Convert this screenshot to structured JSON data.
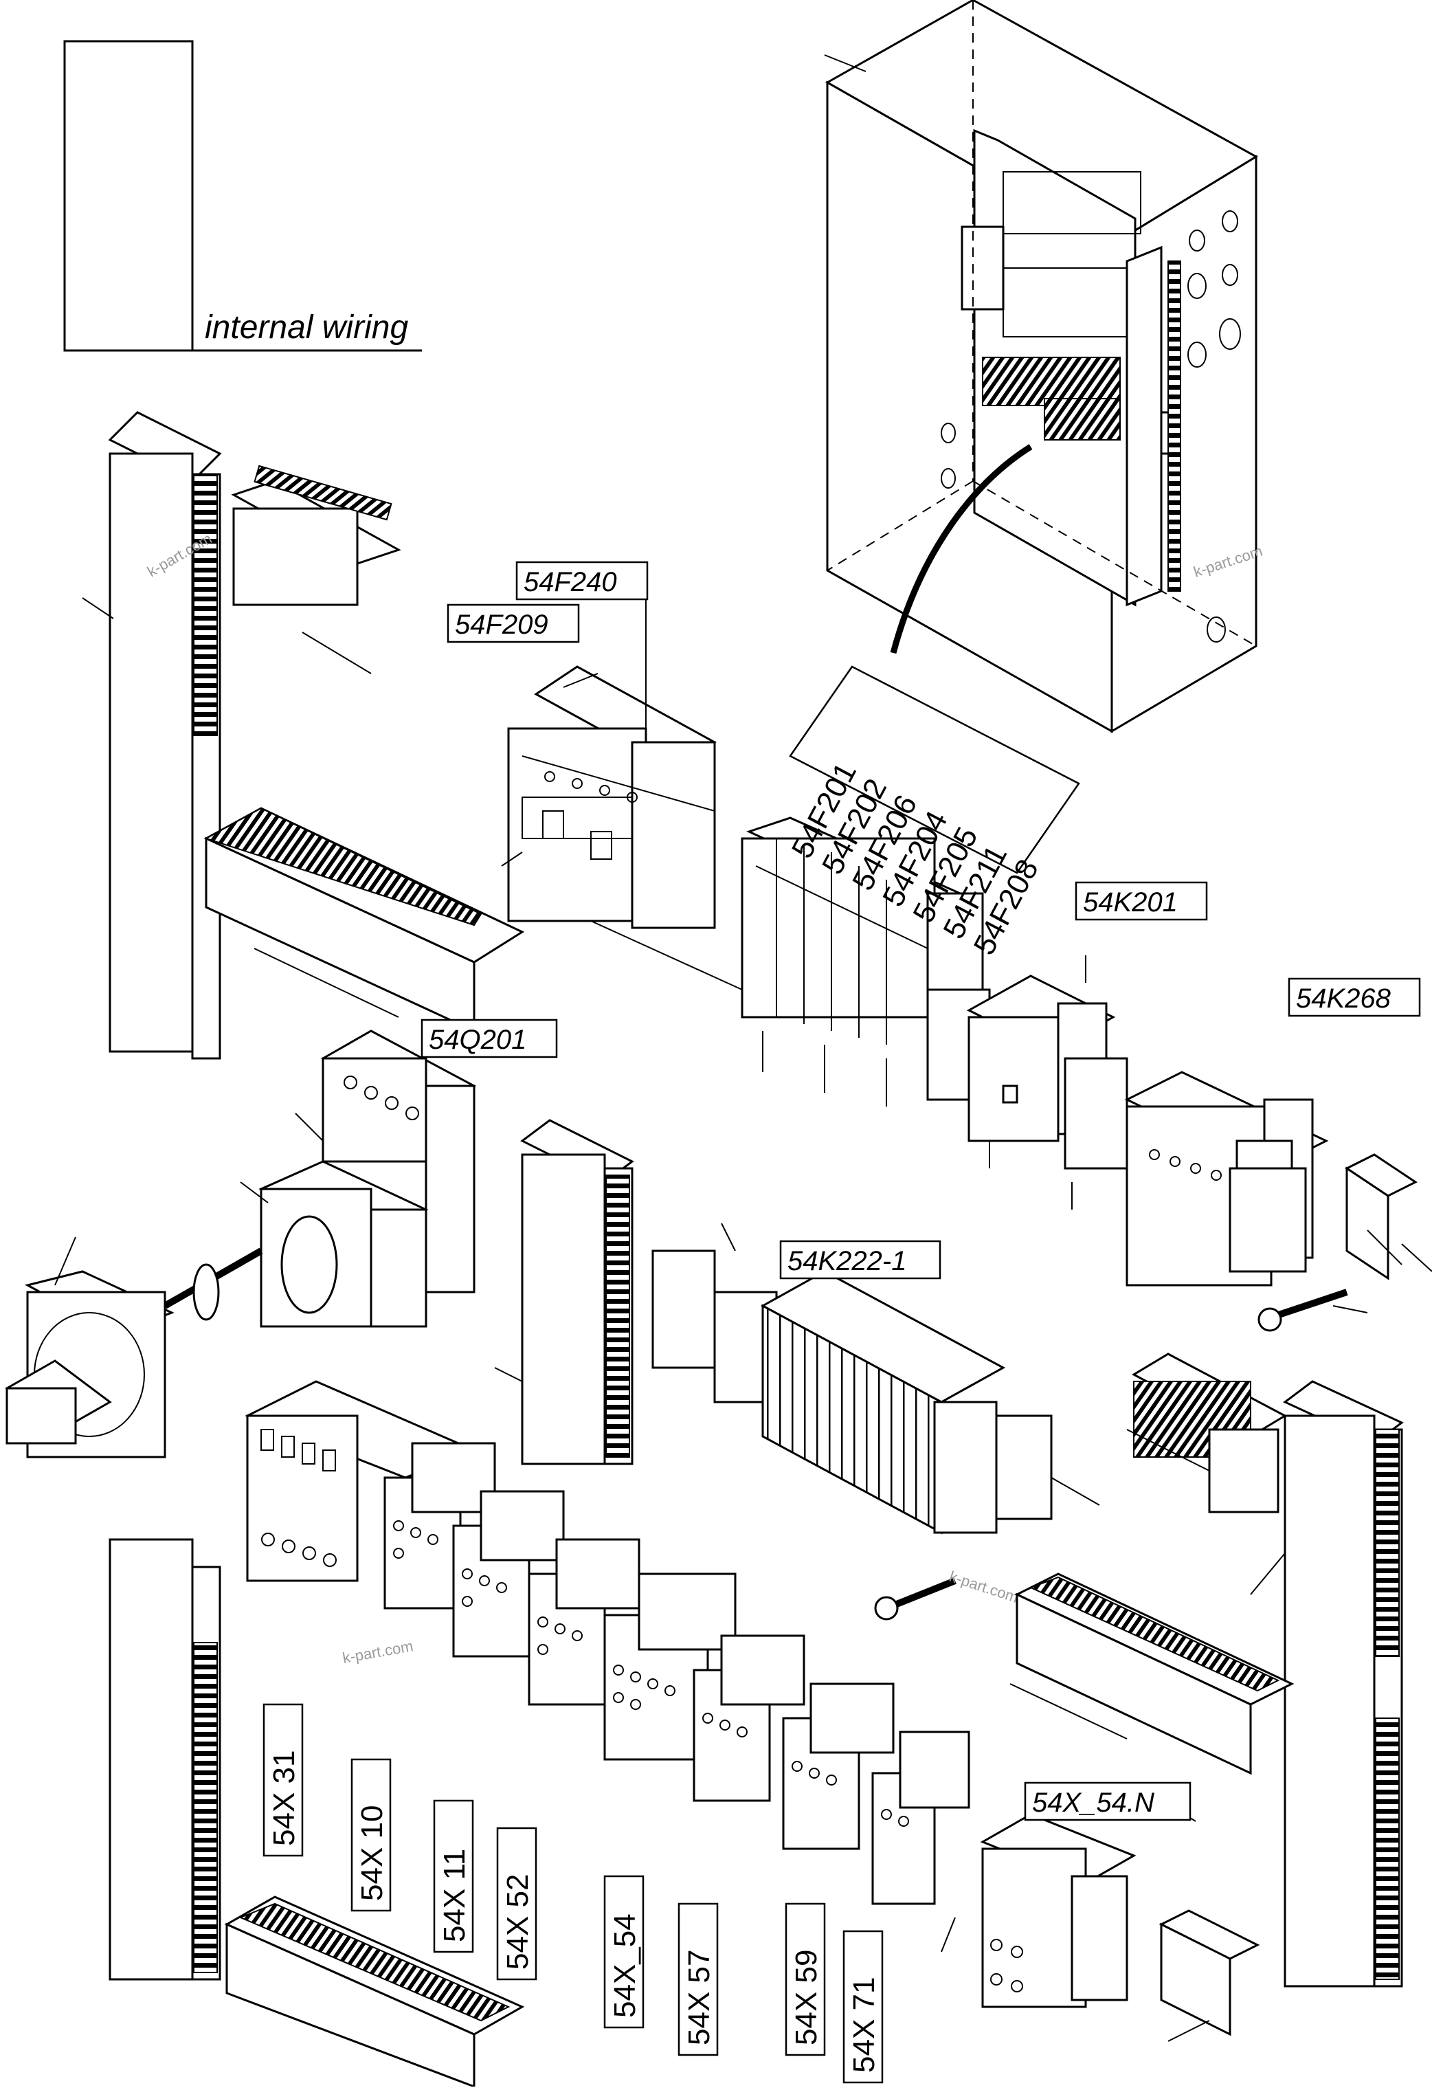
{
  "legend": {
    "text": "internal wiring"
  },
  "labels": {
    "f240": "54F240",
    "f209": "54F209",
    "k201": "54K201",
    "k268": "54K268",
    "q201": "54Q201",
    "k222": "54K222-1",
    "x54n": "54X_54.N",
    "fuse_group": [
      "54F201",
      "54F202",
      "54F206",
      "54F204",
      "54F205",
      "54F211",
      "54F208"
    ],
    "terminals": [
      "54X 31",
      "54X 10",
      "54X 11",
      "54X 52",
      "54X_54",
      "54X 57",
      "54X 59",
      "54X 71"
    ]
  },
  "watermark": "k-part.com",
  "icons": [
    "enclosure-cabinet",
    "wiring-duct",
    "circuit-breaker",
    "contactor",
    "relay",
    "main-switch",
    "terminal-block",
    "din-rail",
    "screw"
  ]
}
